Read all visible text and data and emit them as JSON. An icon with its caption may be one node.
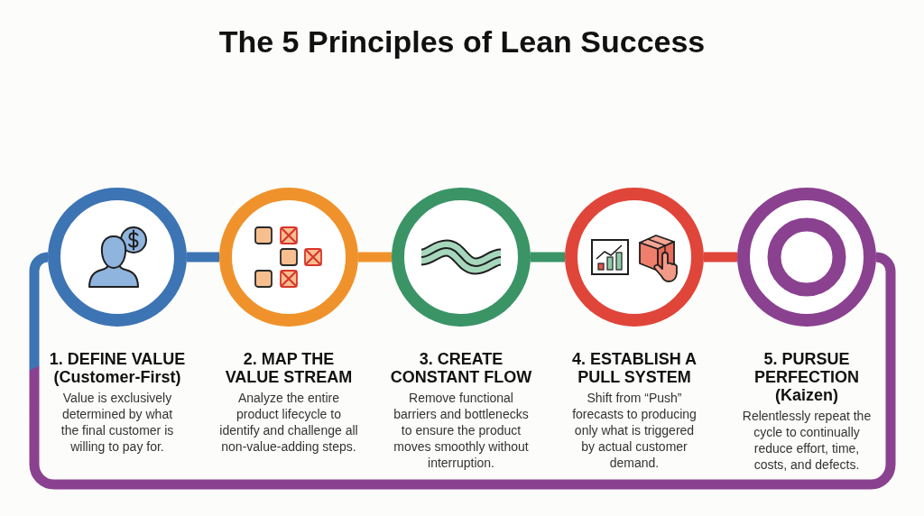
{
  "diagram": {
    "title": "The 5 Principles of Lean Success",
    "nodes": [
      {
        "text": [
          "1. DEFINE VALUE (Customer-First)",
          "Value is exclusively determined by what the final customer is willing to pay for."
        ]
      },
      {
        "text": [
          "2. MAP THE VALUE STREAM",
          "Analyze the entire product lifecycle to identify and challenge all non-value-adding steps."
        ]
      },
      {
        "text": [
          "3. CREATE CONSTANT FLOW",
          "Remove functional barriers and bottlenecks to ensure the product moves smoothly without interruption."
        ]
      },
      {
        "text": [
          "4. ESTABLISH A PULL SYSTEM",
          "Shift from “Push” forecasts to producing only what is triggered by actual customer demand."
        ]
      },
      {
        "text": [
          "5. PURSUE PERFECTION (Kaizen)",
          "Relentlessly repeat the cycle to continually reduce effort, time, costs, and defects."
        ]
      }
    ],
    "edges": [
      {
        "from": 0,
        "to": 1,
        "arrow": "none",
        "color": "#3d74b3"
      },
      {
        "from": 1,
        "to": 2,
        "arrow": "none",
        "color": "#f0922b"
      },
      {
        "from": 2,
        "to": 3,
        "arrow": "none",
        "color": "#3a9466"
      },
      {
        "from": 3,
        "to": 4,
        "arrow": "none",
        "color": "#e0453a"
      },
      {
        "from": 4,
        "to": 0,
        "arrow": "none",
        "color": "#8a4190"
      }
    ]
  }
}
